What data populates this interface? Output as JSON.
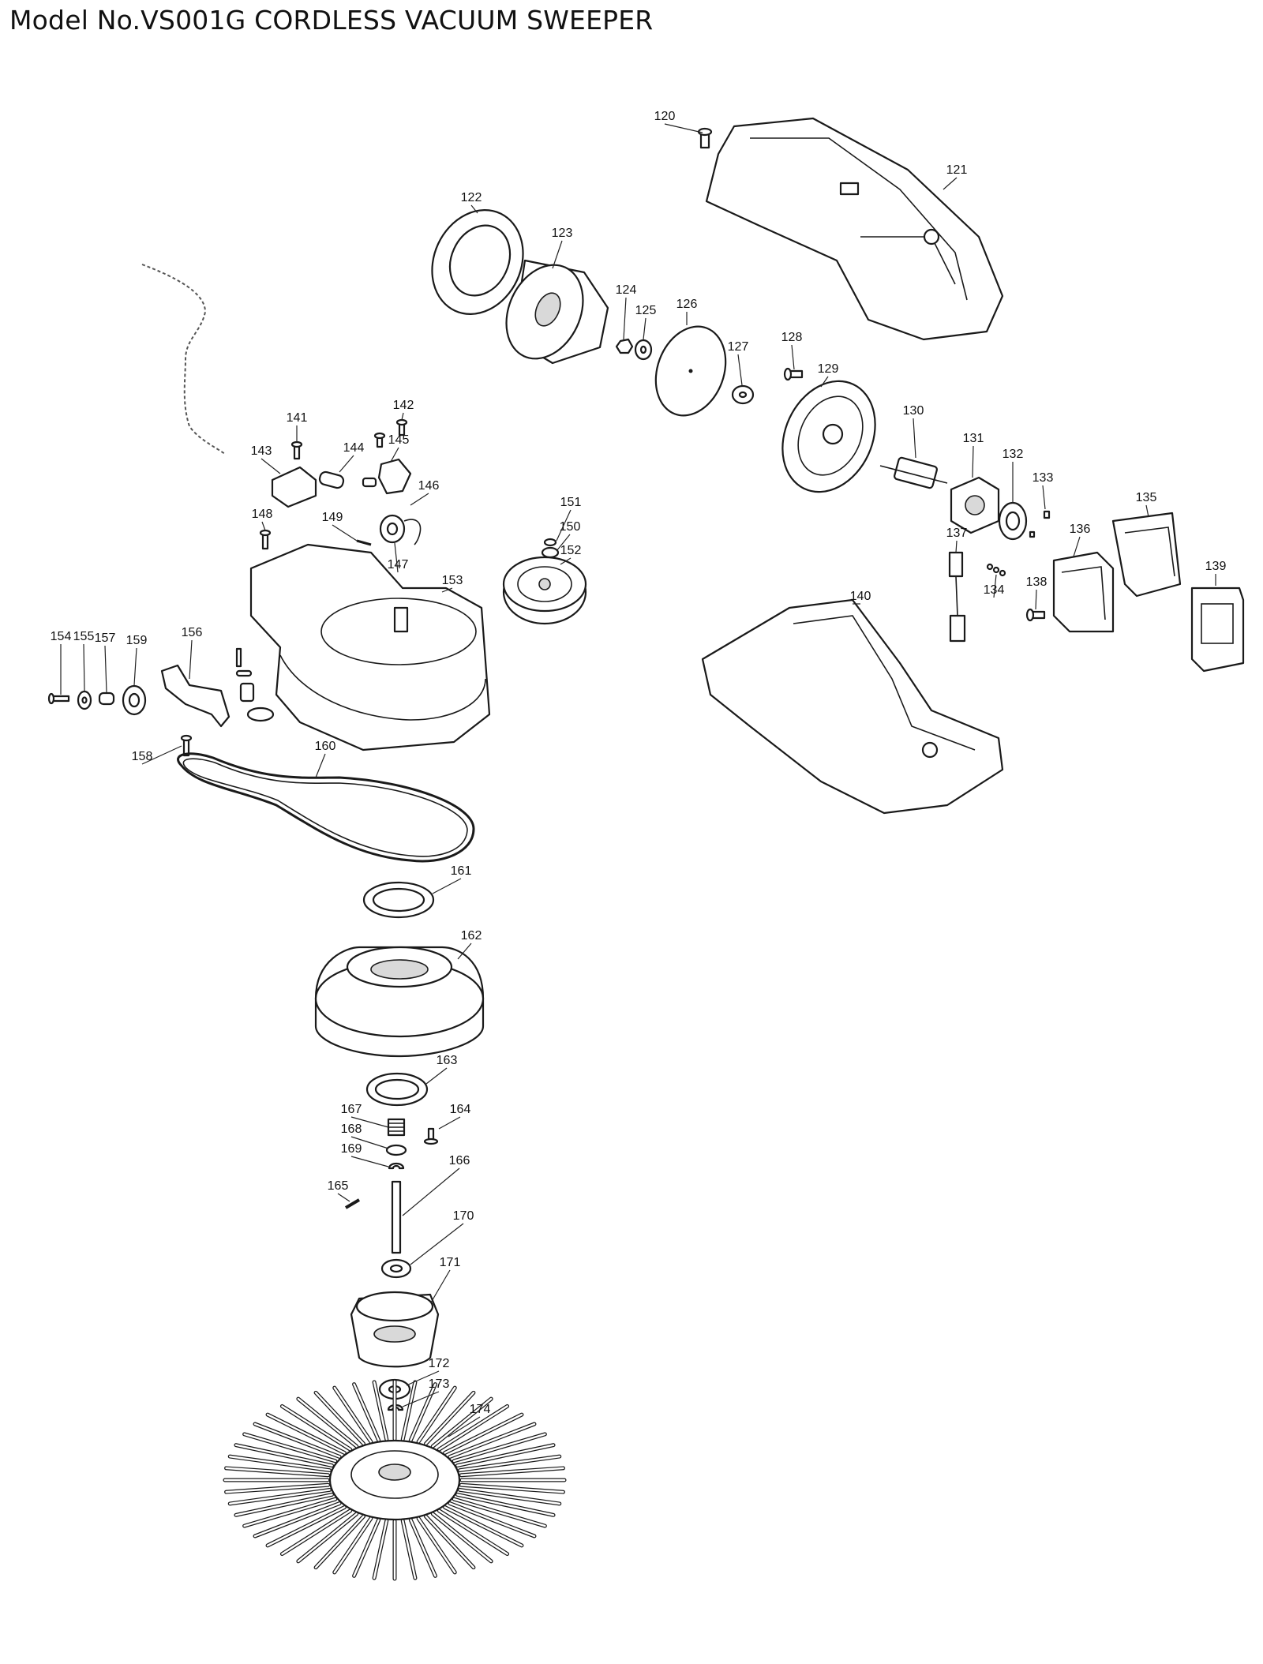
{
  "title": "Model No.VS001G CORDLESS VACUUM SWEEPER",
  "parts": [
    "120",
    "121",
    "122",
    "123",
    "124",
    "125",
    "126",
    "127",
    "128",
    "129",
    "130",
    "131",
    "132",
    "133",
    "134",
    "135",
    "136",
    "137",
    "138",
    "139",
    "140",
    "141",
    "142",
    "143",
    "144",
    "145",
    "146",
    "147",
    "148",
    "149",
    "150",
    "151",
    "152",
    "153",
    "154",
    "155",
    "156",
    "157",
    "158",
    "159",
    "160",
    "161",
    "162",
    "163",
    "164",
    "165",
    "166",
    "167",
    "168",
    "169",
    "170",
    "171",
    "172",
    "173",
    "174"
  ]
}
